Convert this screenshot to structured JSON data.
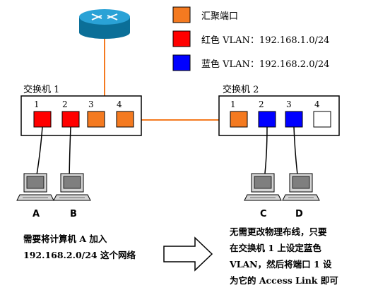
{
  "legend": [
    {
      "label": "汇聚端口",
      "color": "#f47a20"
    },
    {
      "label": "红色 VLAN：192.168.1.0/24",
      "color": "#ff0000"
    },
    {
      "label": "蓝色 VLAN：192.168.2.0/24",
      "color": "#0000ff"
    }
  ],
  "switches": [
    {
      "label": "交换机 1",
      "ports": [
        {
          "number": "1",
          "color": "#ff0000"
        },
        {
          "number": "2",
          "color": "#ff0000"
        },
        {
          "number": "3",
          "color": "#f47a20"
        },
        {
          "number": "4",
          "color": "#f47a20"
        }
      ]
    },
    {
      "label": "交换机 2",
      "ports": [
        {
          "number": "1",
          "color": "#f47a20"
        },
        {
          "number": "2",
          "color": "#0000ff"
        },
        {
          "number": "3",
          "color": "#0000ff"
        },
        {
          "number": "4",
          "color": "#ffffff"
        }
      ]
    }
  ],
  "computers": [
    "A",
    "B",
    "C",
    "D"
  ],
  "notes": {
    "left": [
      "需要将计算机  A  加入",
      "192.168.2.0/24 这个网络"
    ],
    "right": [
      "无需更改物理布线，只要",
      "在交换机  1  上设定蓝色",
      "VLAN，然后将端口 1 设",
      "为它的 Access Link 即可"
    ]
  },
  "colors": {
    "trunk_line": "#f47a20",
    "router": "#1e8fbf",
    "pc": "#c8c8c8"
  },
  "icons": {
    "router": "router-icon",
    "computer": "computer-icon",
    "arrow": "arrow-right-icon"
  }
}
